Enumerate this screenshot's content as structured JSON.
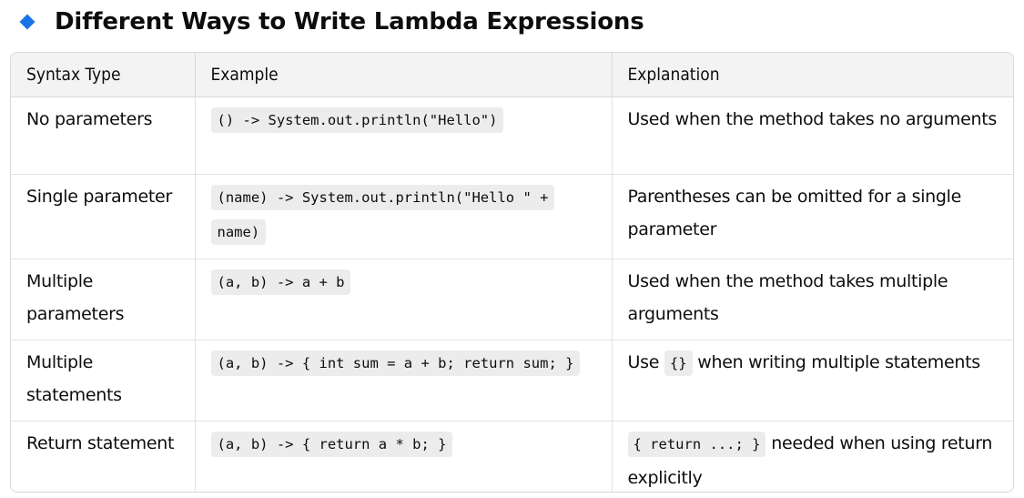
{
  "heading": {
    "icon": "diamond-bullet-icon",
    "icon_color": "#1a73e8",
    "text": "Different Ways to Write Lambda Expressions"
  },
  "table": {
    "headers": [
      "Syntax Type",
      "Example",
      "Explanation"
    ],
    "rows": [
      {
        "syntax_type": "No parameters",
        "example": "() -> System.out.println(\"Hello\")",
        "explanation": "Used when the method takes no arguments"
      },
      {
        "syntax_type": "Single parameter",
        "example": "(name) -> System.out.println(\"Hello \" + name)",
        "explanation": "Parentheses can be omitted for a single parameter"
      },
      {
        "syntax_type": "Multiple parameters",
        "example": "(a, b) -> a + b",
        "explanation": "Used when the method takes multiple arguments"
      },
      {
        "syntax_type": "Multiple statements",
        "example": "(a, b) -> { int sum = a + b; return sum; }",
        "explanation_prefix": "Use",
        "explanation_code": "{}",
        "explanation_suffix": "when writing multiple statements"
      },
      {
        "syntax_type": "Return statement",
        "example": "(a, b) -> { return a * b; }",
        "explanation_code": "{ return ...; }",
        "explanation_suffix": "needed when using return explicitly"
      }
    ]
  }
}
